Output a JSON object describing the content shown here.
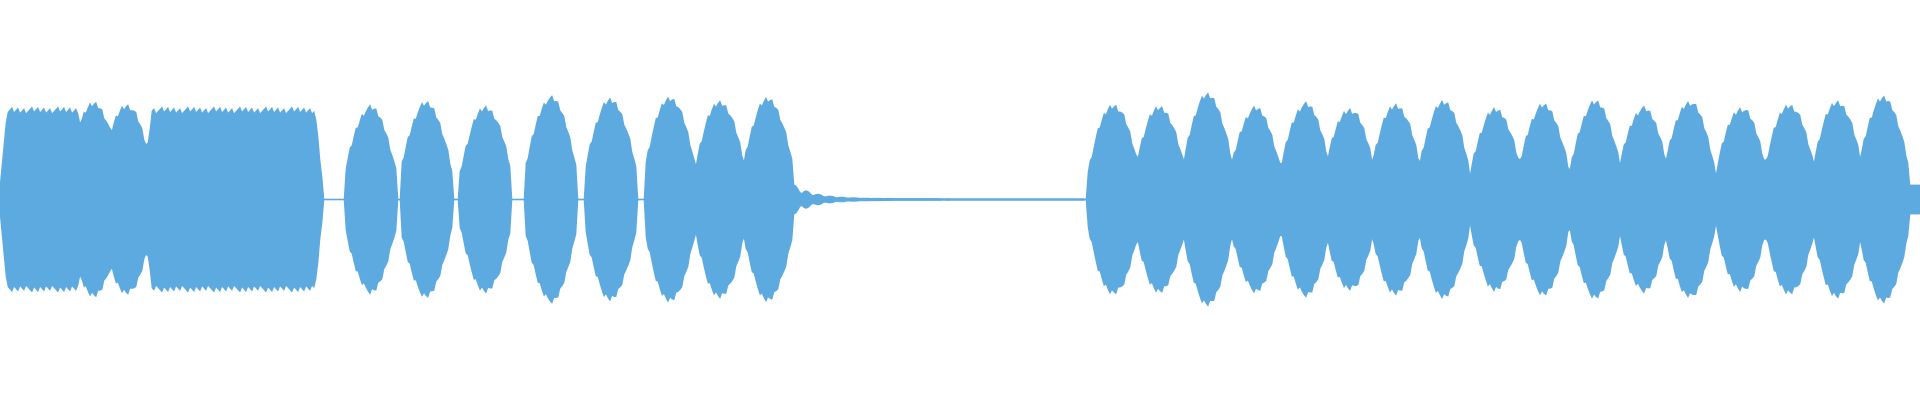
{
  "waveform": {
    "color": "#5DAAE0",
    "background": "#FFFFFF",
    "segments": [
      {
        "shape": "sustained",
        "from": 0.0,
        "to": 0.045,
        "amplitude": 0.86
      },
      {
        "shape": "pulse",
        "center": 0.049,
        "amplitude": 0.92
      },
      {
        "shape": "pulse",
        "center": 0.066,
        "amplitude": 0.9
      },
      {
        "shape": "sustained",
        "from": 0.075,
        "to": 0.168,
        "amplitude": 0.86
      },
      {
        "shape": "pulse",
        "center": 0.193,
        "amplitude": 0.88
      },
      {
        "shape": "pulse",
        "center": 0.222,
        "amplitude": 0.92
      },
      {
        "shape": "pulse",
        "center": 0.253,
        "amplitude": 0.88
      },
      {
        "shape": "pulse",
        "center": 0.287,
        "amplitude": 0.97
      },
      {
        "shape": "pulse",
        "center": 0.318,
        "amplitude": 0.95
      },
      {
        "shape": "pulse",
        "center": 0.349,
        "amplitude": 0.97
      },
      {
        "shape": "pulse",
        "center": 0.375,
        "amplitude": 0.93
      },
      {
        "shape": "pulse",
        "center": 0.4,
        "amplitude": 0.96
      },
      {
        "shape": "ringing",
        "from": 0.408,
        "to": 0.565
      },
      {
        "shape": "pulse",
        "center": 0.58,
        "amplitude": 0.9
      },
      {
        "shape": "pulse",
        "center": 0.604,
        "amplitude": 0.88
      },
      {
        "shape": "pulse",
        "center": 0.629,
        "amplitude": 1.0
      },
      {
        "shape": "pulse",
        "center": 0.654,
        "amplitude": 0.87
      },
      {
        "shape": "pulse",
        "center": 0.68,
        "amplitude": 0.91
      },
      {
        "shape": "pulse",
        "center": 0.703,
        "amplitude": 0.86
      },
      {
        "shape": "pulse",
        "center": 0.727,
        "amplitude": 0.9
      },
      {
        "shape": "pulse",
        "center": 0.752,
        "amplitude": 0.93
      },
      {
        "shape": "pulse",
        "center": 0.779,
        "amplitude": 0.86
      },
      {
        "shape": "pulse",
        "center": 0.804,
        "amplitude": 0.9
      },
      {
        "shape": "pulse",
        "center": 0.831,
        "amplitude": 0.93
      },
      {
        "shape": "pulse",
        "center": 0.856,
        "amplitude": 0.87
      },
      {
        "shape": "pulse",
        "center": 0.88,
        "amplitude": 0.93
      },
      {
        "shape": "pulse",
        "center": 0.907,
        "amplitude": 0.87
      },
      {
        "shape": "pulse",
        "center": 0.932,
        "amplitude": 0.9
      },
      {
        "shape": "pulse",
        "center": 0.957,
        "amplitude": 0.93
      },
      {
        "shape": "pulse",
        "center": 0.981,
        "amplitude": 0.97
      },
      {
        "shape": "tail",
        "from": 0.99,
        "to": 1.0,
        "amplitude": 0.14
      }
    ]
  }
}
